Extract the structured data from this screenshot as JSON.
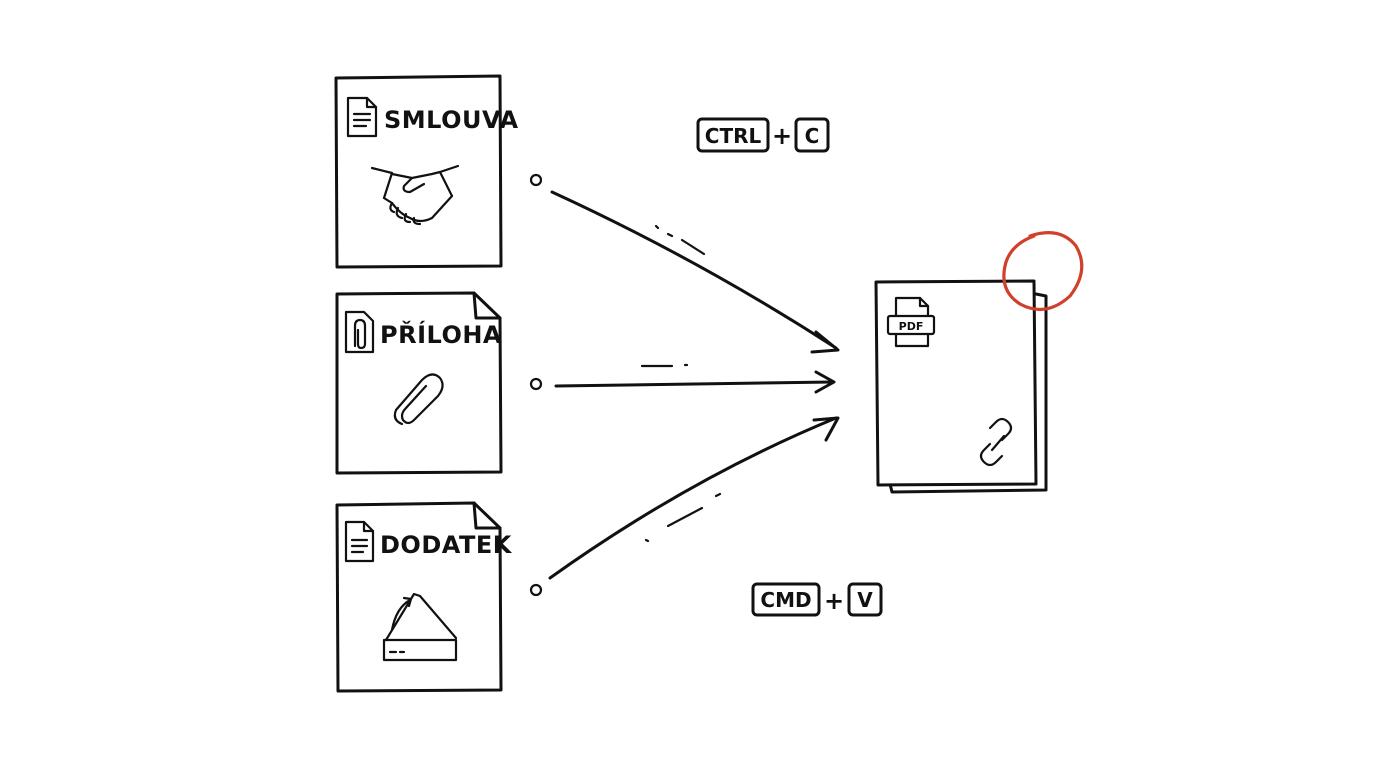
{
  "documents": [
    {
      "title": "SMLOUVA",
      "icon": "document-icon",
      "illustration": "handshake-icon"
    },
    {
      "title": "PŘÍLOHA",
      "icon": "paperclip-doc-icon",
      "illustration": "paperclip-icon"
    },
    {
      "title": "DODATEK",
      "icon": "document-icon",
      "illustration": "scanner-icon"
    }
  ],
  "shortcuts": {
    "copy": {
      "key1": "CTRL",
      "plus": "+",
      "key2": "C"
    },
    "paste": {
      "key1": "CMD",
      "plus": "+",
      "key2": "V"
    }
  },
  "output": {
    "badge": "PDF",
    "icon": "link-icon"
  },
  "colors": {
    "ink": "#111111",
    "highlight": "#d0402a"
  }
}
